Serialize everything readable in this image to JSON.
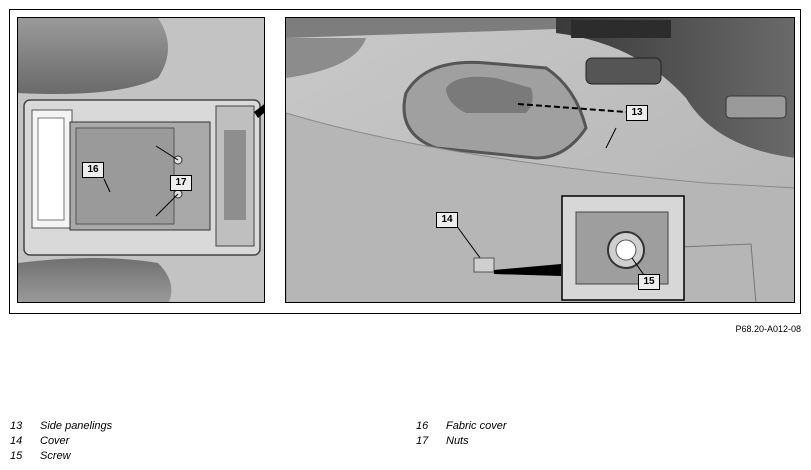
{
  "figure": {
    "id": "P68.20-A012-08",
    "callouts": {
      "c13": "13",
      "c14": "14",
      "c15": "15",
      "c16": "16",
      "c17": "17"
    }
  },
  "legend": {
    "left": [
      {
        "num": "13",
        "label": "Side panelings"
      },
      {
        "num": "14",
        "label": "Cover"
      },
      {
        "num": "15",
        "label": "Screw"
      }
    ],
    "right": [
      {
        "num": "16",
        "label": "Fabric cover"
      },
      {
        "num": "17",
        "label": "Nuts"
      }
    ]
  }
}
